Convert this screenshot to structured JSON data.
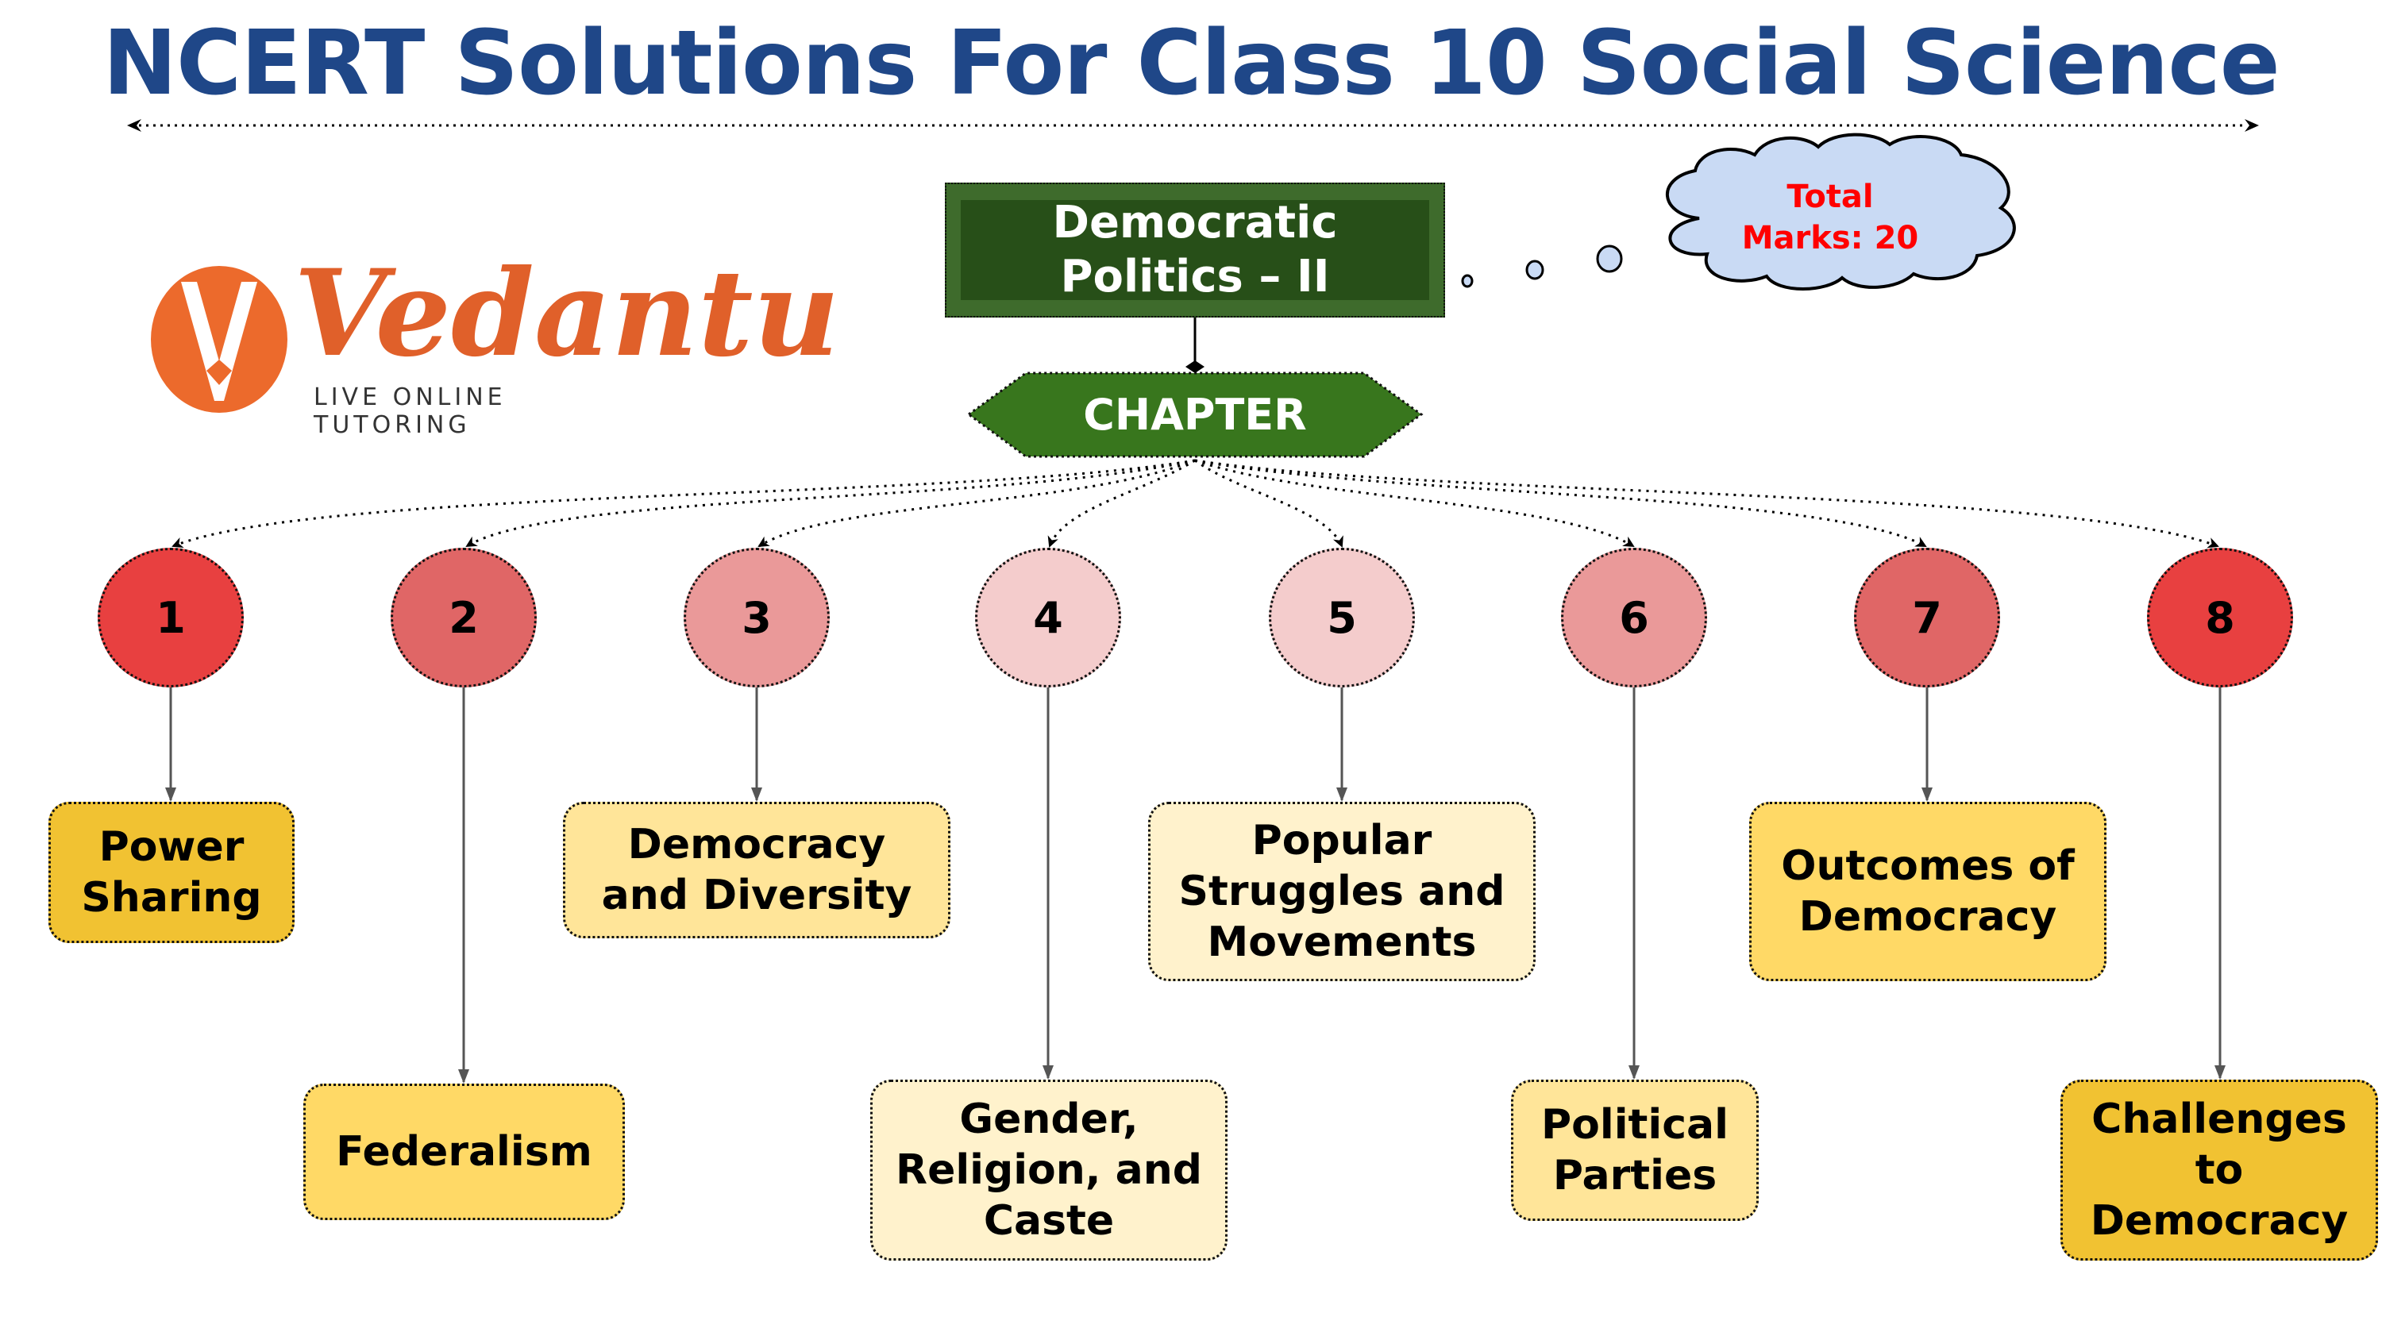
{
  "header": {
    "title": "NCERT Solutions For Class 10 Social Science",
    "title_color": "#1F4788"
  },
  "logo": {
    "brand": "Vedantu",
    "tagline": "LIVE ONLINE TUTORING",
    "color": "#EC6A2C"
  },
  "main": {
    "line1": "Democratic",
    "line2": "Politics – II",
    "fill": "#264E17"
  },
  "cloud": {
    "line1": "Total",
    "line2": "Marks: 20",
    "fill": "#C9DAF4",
    "text_color": "#FF0000"
  },
  "chapter_node": {
    "label": "CHAPTER",
    "fill": "#38761D"
  },
  "chapters": [
    {
      "number": "1",
      "title_lines": [
        "Power",
        "Sharing"
      ],
      "circle_color": "#E84040",
      "box_color": "#F1C232"
    },
    {
      "number": "2",
      "title_lines": [
        "Federalism"
      ],
      "circle_color": "#E06666",
      "box_color": "#FFD966"
    },
    {
      "number": "3",
      "title_lines": [
        "Democracy",
        "and Diversity"
      ],
      "circle_color": "#EA9999",
      "box_color": "#FFE599"
    },
    {
      "number": "4",
      "title_lines": [
        "Gender,",
        "Religion, and",
        "Caste"
      ],
      "circle_color": "#F4CCCC",
      "box_color": "#FFF2CC"
    },
    {
      "number": "5",
      "title_lines": [
        "Popular",
        "Struggles and",
        "Movements"
      ],
      "circle_color": "#F4CCCC",
      "box_color": "#FFF2CC"
    },
    {
      "number": "6",
      "title_lines": [
        "Political",
        "Parties"
      ],
      "circle_color": "#EA9999",
      "box_color": "#FFE599"
    },
    {
      "number": "7",
      "title_lines": [
        "Outcomes of",
        "Democracy"
      ],
      "circle_color": "#E06666",
      "box_color": "#FFD966"
    },
    {
      "number": "8",
      "title_lines": [
        "Challenges",
        "to",
        "Democracy"
      ],
      "circle_color": "#E84040",
      "box_color": "#F1C232"
    }
  ]
}
